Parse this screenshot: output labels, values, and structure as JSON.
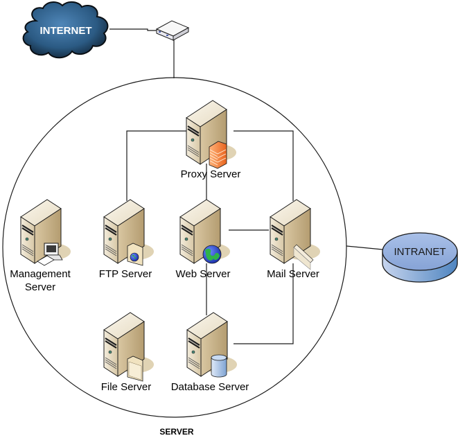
{
  "diagram": {
    "title": "SERVER",
    "internet": {
      "label": "INTERNET",
      "icon": "cloud-icon",
      "color": "#1f4a6e"
    },
    "router": {
      "icon": "router-icon"
    },
    "intranet": {
      "label": "INTRANET",
      "icon": "database-disk-icon",
      "color": "#7f9fd6"
    },
    "servers": [
      {
        "id": "proxy",
        "label_lines": [
          "Proxy Server"
        ],
        "badge": "firewall-icon"
      },
      {
        "id": "management",
        "label_lines": [
          "Management",
          "Server"
        ],
        "badge": "computer-icon"
      },
      {
        "id": "ftp",
        "label_lines": [
          "FTP Server"
        ],
        "badge": "folder-globe-icon"
      },
      {
        "id": "web",
        "label_lines": [
          "Web Server"
        ],
        "badge": "globe-icon"
      },
      {
        "id": "mail",
        "label_lines": [
          "Mail Server"
        ],
        "badge": "envelope-icon"
      },
      {
        "id": "file",
        "label_lines": [
          "File Server"
        ],
        "badge": "folder-icon"
      },
      {
        "id": "database",
        "label_lines": [
          "Database Server"
        ],
        "badge": "database-icon"
      }
    ],
    "connections": [
      [
        "internet",
        "router"
      ],
      [
        "router",
        "server-zone"
      ],
      [
        "proxy",
        "ftp"
      ],
      [
        "proxy",
        "mail"
      ],
      [
        "proxy",
        "web"
      ],
      [
        "web",
        "mail"
      ],
      [
        "web",
        "database"
      ],
      [
        "mail",
        "database"
      ],
      [
        "server-zone",
        "intranet"
      ]
    ],
    "colors": {
      "server_body": "#e8dcc4",
      "server_side": "#c9b48f",
      "server_shadow": "#ddd0b0",
      "outline": "#1a1a1a"
    }
  }
}
